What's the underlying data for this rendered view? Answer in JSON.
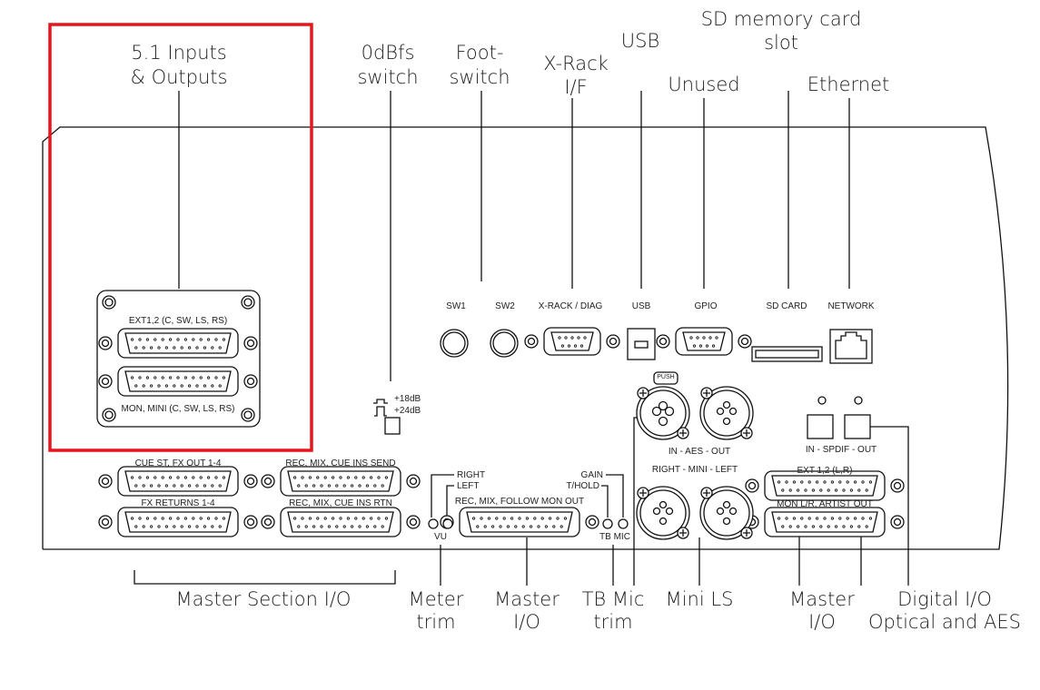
{
  "callouts": {
    "io51": [
      "5.1 Inputs",
      "& Outputs"
    ],
    "odbfs": [
      "0dBfs",
      "switch"
    ],
    "footswitch": [
      "Foot-",
      "switch"
    ],
    "xrack": [
      "X-Rack",
      "I/F"
    ],
    "usb": "USB",
    "sd": [
      "SD memory card",
      "slot"
    ],
    "unused": "Unused",
    "ethernet": "Ethernet",
    "master_section": "Master Section I/O",
    "meter_trim": [
      "Meter",
      "trim"
    ],
    "master_io_1": [
      "Master",
      "I/O"
    ],
    "tb_mic_trim": [
      "TB Mic",
      "trim"
    ],
    "mini_ls": "Mini LS",
    "master_io_2": [
      "Master",
      "I/O"
    ],
    "digital_io": [
      "Digital I/O",
      "Optical and AES"
    ]
  },
  "panel_labels": {
    "ext12": "EXT1,2 (C, SW, LS, RS)",
    "mon_mini": "MON, MINI (C, SW, LS, RS)",
    "plus18": "+18dB",
    "plus24": "+24dB",
    "cue_st": "CUE ST, FX OUT 1-4",
    "fx_returns": "FX RETURNS 1-4",
    "rec_send": "REC, MIX, CUE INS SEND",
    "rec_rtn": "REC, MIX, CUE INS RTN",
    "sw1": "SW1",
    "sw2": "SW2",
    "xrack_diag": "X-RACK / DIAG",
    "usb": "USB",
    "gpio": "GPIO",
    "sd_card": "SD CARD",
    "network": "NETWORK",
    "push": "PUSH",
    "aes": "IN  -  AES  -  OUT",
    "mini": "RIGHT -  MINI  -  LEFT",
    "spdif": "IN - SPDIF - OUT",
    "ext12_lr": "EXT 1,2 (L,R)",
    "mon_lr": "MON L/R, ARTIST OUT",
    "right": "RIGHT",
    "left": "LEFT",
    "follow": "REC, MIX, FOLLOW MON OUT",
    "gain": "GAIN",
    "thold": "T/HOLD",
    "vu": "VU",
    "tb_mic": "TB MIC"
  },
  "highlight_color": "#e8141b"
}
